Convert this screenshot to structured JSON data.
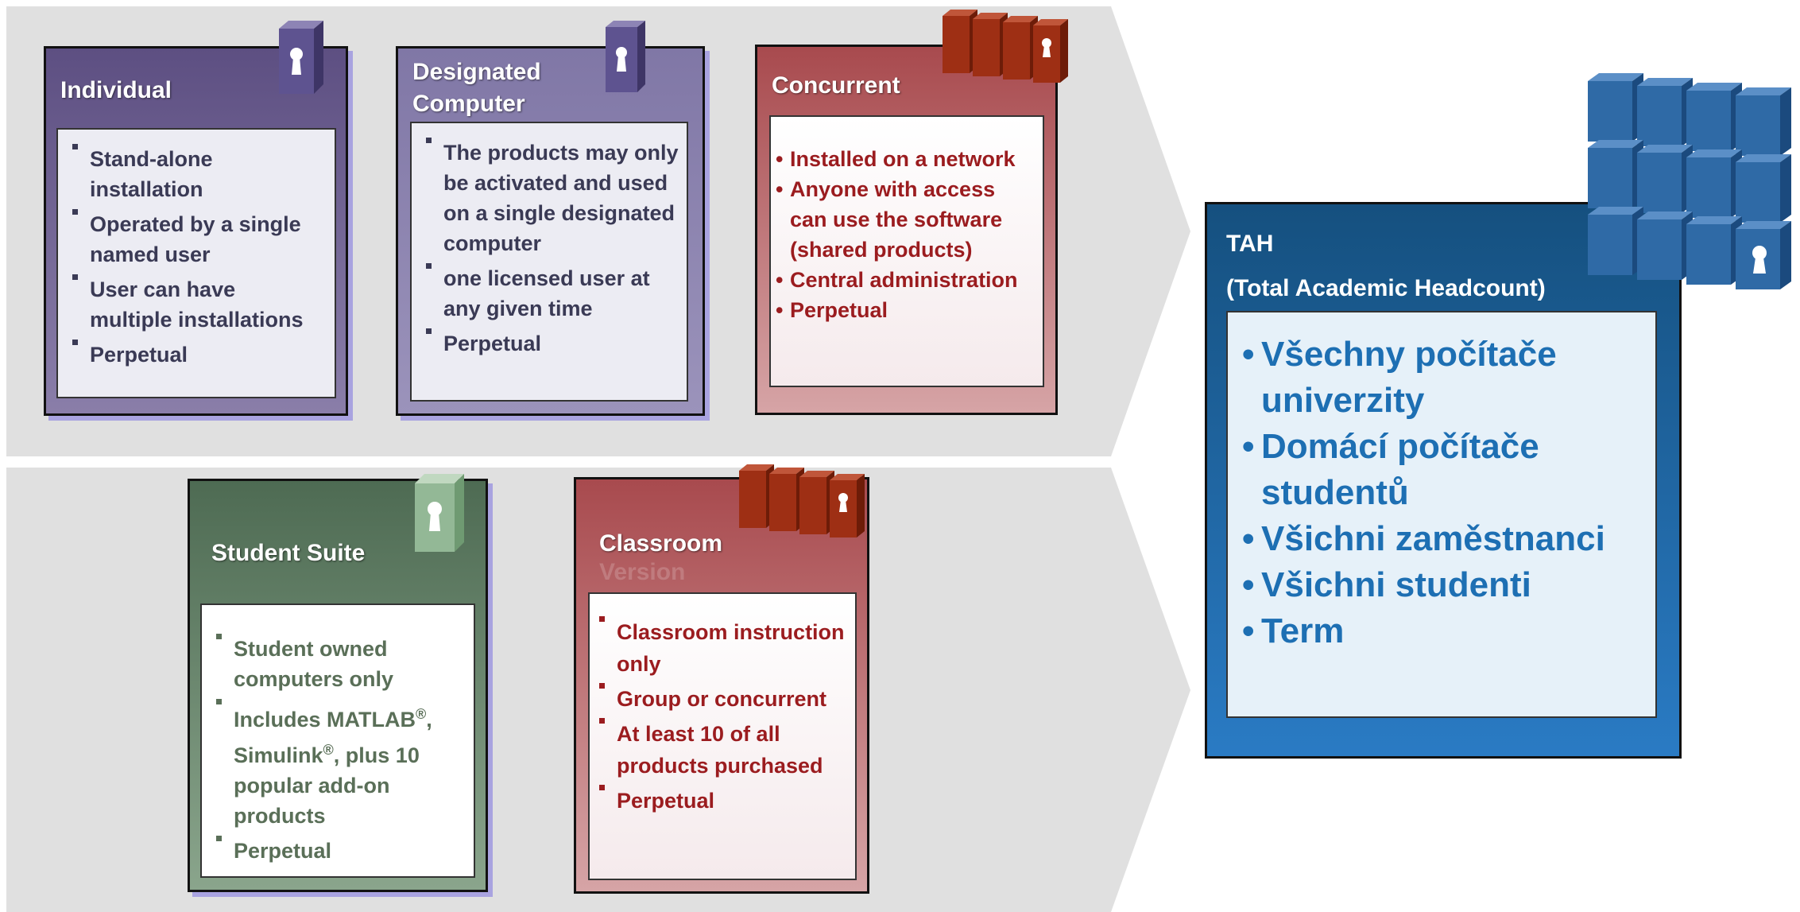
{
  "cards": {
    "individual": {
      "title": "Individual",
      "items": [
        "Stand-alone installation",
        "Operated by a single named user",
        "User can have multiple installations",
        "Perpetual"
      ]
    },
    "designated": {
      "title_line1": "Designated",
      "title_line2": "Computer",
      "items": [
        "The products may only be activated and used on a single designated computer",
        "one licensed user at any given time",
        "Perpetual"
      ]
    },
    "concurrent": {
      "title": "Concurrent",
      "items": [
        "Installed on a network",
        "Anyone with access can use the software (shared products)",
        "Central administration",
        "Perpetual"
      ]
    },
    "student": {
      "title": "Student Suite",
      "item1": "Student owned computers only",
      "item2_a": "Includes MATLAB",
      "item2_b": ", Simulink",
      "item2_c": ", plus 10 popular add-on products",
      "reg": "®",
      "item3": "Perpetual"
    },
    "classroom": {
      "title": "Classroom",
      "ghost": "Version",
      "items": [
        "Classroom instruction only",
        "Group or concurrent",
        "At least 10 of all products purchased",
        "Perpetual"
      ]
    },
    "tah": {
      "title_line1": "TAH",
      "title_line2": "(Total Academic Headcount)",
      "items": [
        "Všechny počítače univerzity",
        "Domácí počítače studentů",
        "Všichni zaměstnanci",
        "Všichni studenti",
        "Term"
      ]
    }
  },
  "icons": {
    "padlock": "keyhole-lock-icon",
    "block_grid": "lock-block-grid-icon"
  },
  "colors": {
    "purple": "#5d4f82",
    "red": "#a84a4e",
    "green": "#4e6b53",
    "blue": "#15507f",
    "band": "#e0e0e0"
  }
}
